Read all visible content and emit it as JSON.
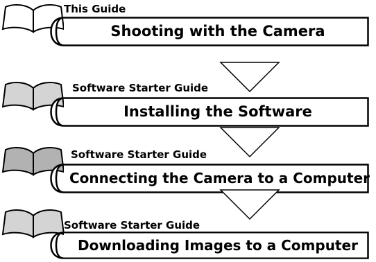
{
  "colors": {
    "book_open": "#ffffff",
    "book_gray_light": "#d4d4d4",
    "book_gray_dark": "#b2b2b2",
    "arrow_fill": "#ffffff",
    "outline": "#000000"
  },
  "steps": [
    {
      "guide": "This Guide",
      "title": "Shooting with the Camera",
      "book_icon": "open-book-white"
    },
    {
      "guide": "Software Starter Guide",
      "title": "Installing the Software",
      "book_icon": "open-book-gray"
    },
    {
      "guide": "Software Starter Guide",
      "title": "Connecting the Camera to a Computer",
      "book_icon": "open-book-gray"
    },
    {
      "guide": "Software Starter Guide",
      "title": "Downloading Images to a Computer",
      "book_icon": "open-book-gray"
    }
  ],
  "arrows": [
    "down-triangle-icon",
    "down-triangle-icon",
    "down-triangle-icon"
  ]
}
